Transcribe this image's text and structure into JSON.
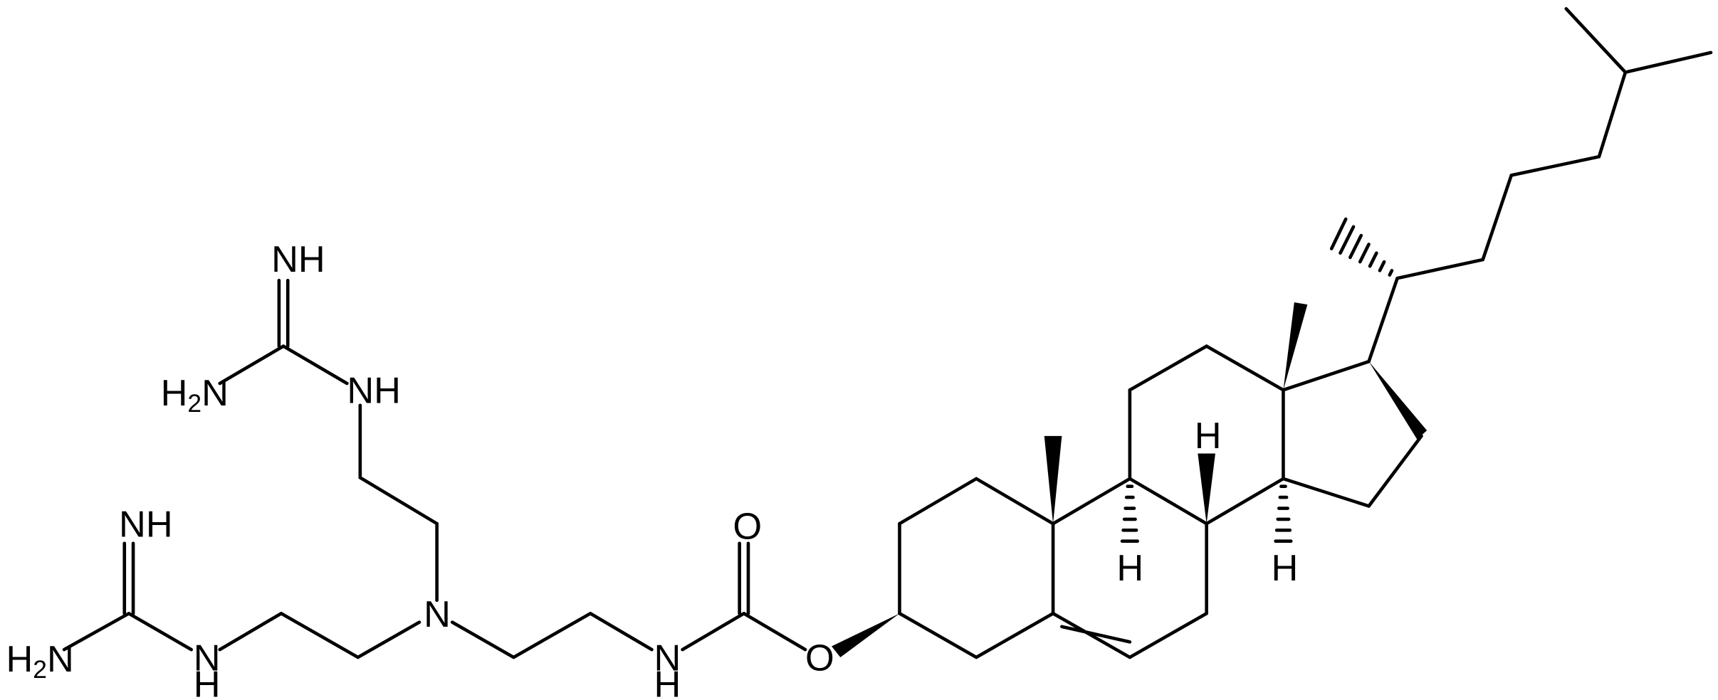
{
  "colors": {
    "bond": "#000000",
    "background": "#ffffff"
  },
  "atom_labels": {
    "imine_top": "NH",
    "amine_top": {
      "main": "H",
      "sub": "2",
      "tail": "N"
    },
    "nh_top_link": "NH",
    "imine_bottom": "NH",
    "amine_bottom": {
      "main": "H",
      "sub": "2",
      "tail": "N"
    },
    "nh_bottom_link": {
      "n": "N",
      "h": "H"
    },
    "tertiary_n": "N",
    "carbonyl_o": "O",
    "carbamate_nh": {
      "n": "N",
      "h": "H"
    },
    "ester_o": "O",
    "stereo_h_c9": "H",
    "stereo_h_c8": "H",
    "stereo_h_c14": "H"
  }
}
